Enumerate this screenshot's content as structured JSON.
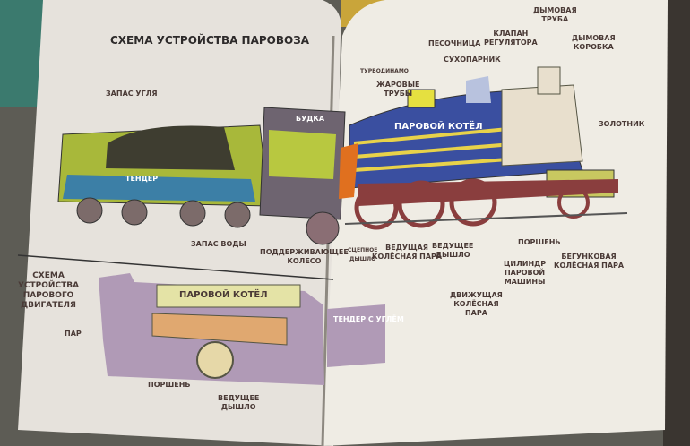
{
  "left_page": {
    "title": "СХЕМА УСТРОЙСТВА ПАРОВОЗА",
    "labels": {
      "coal": "ЗАПАС УГЛЯ",
      "cab": "БУДКА",
      "tender": "ТЕНДЕР",
      "water": "ЗАПАС ВОДЫ",
      "trailing_wheel": "ПОДДЕРЖИВАЮЩЕЕ\nКОЛЕСО"
    },
    "engine_diagram": {
      "title": "СХЕМА\nУСТРОЙСТВА\nПАРОВОГО\nДВИГАТЕЛЯ",
      "boiler": "ПАРОВОЙ КОТЁЛ",
      "steam": "ПАР",
      "piston": "ПОРШЕНЬ",
      "main_rod": "ВЕДУЩЕЕ\nДЫШЛО"
    }
  },
  "right_page": {
    "labels": {
      "turbo": "ТУРБОДИНАМО",
      "fire_tubes": "ЖАРОВЫЕ\nТРУБЫ",
      "sandbox": "ПЕСОЧНИЦА",
      "dome": "СУХОПАРНИК",
      "regulator": "КЛАПАН\nРЕГУЛЯТОРА",
      "chimney": "ДЫМОВАЯ\nТРУБА",
      "smokebox": "ДЫМОВАЯ\nКОРОБКА",
      "valve": "ЗОЛОТНИК",
      "boiler": "ПАРОВОЙ КОТЁЛ",
      "coupling_rod": "СЦЕПНОЕ\nДЫШЛО",
      "driving_pair": "ВЕДУЩАЯ\nКОЛЁСНАЯ ПАРА",
      "main_rod": "ВЕДУЩЕЕ\nДЫШЛО",
      "driven_pair": "ДВИЖУЩАЯ\nКОЛЁСНАЯ\nПАРА",
      "cylinder": "ЦИЛИНДР\nПАРОВОЙ\nМАШИНЫ",
      "piston": "ПОРШЕНЬ",
      "leading_pair": "БЕГУНКОВАЯ\nКОЛЁСНАЯ ПАРА",
      "tender_coal": "ТЕНДЕР С УГЛЁМ"
    }
  }
}
